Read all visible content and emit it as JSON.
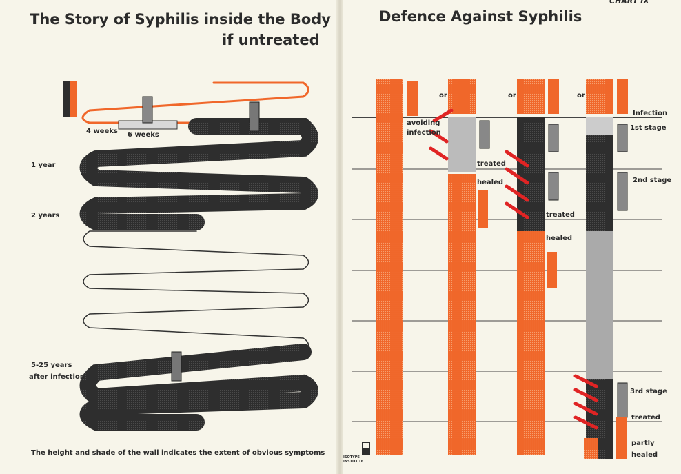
{
  "left_page": {
    "title_line1": "The Story of Syphilis inside the Body",
    "title_line2": "if untreated",
    "labels": {
      "four_weeks": "4 weeks",
      "six_weeks": "6 weeks",
      "one_year": "1 year",
      "two_years": "2 years",
      "late_line1": "5-25 years",
      "late_line2": "after infection"
    },
    "footnote": "The height and shade of the wall indicates the extent of  obvious symptoms"
  },
  "right_page": {
    "chart_number": "CHART IX",
    "title": "Defence Against Syphilis",
    "or_labels": [
      "or",
      "or",
      "or"
    ],
    "labels": {
      "infection": "Infection",
      "avoiding_line1": "avoiding",
      "avoiding_line2": "infection",
      "treated_1": "treated",
      "healed_1": "healed",
      "treated_2": "treated",
      "healed_2": "healed",
      "first_stage": "1st stage",
      "second_stage": "2nd stage",
      "third_stage": "3rd stage",
      "treated_3": "treated",
      "partly": "partly",
      "healed_3": "healed"
    },
    "logo_text": "ISOTYPE INSTITUTE"
  },
  "colors": {
    "orange": "#f0672a",
    "dark": "#2e2e2e",
    "gray": "#a8a8a8",
    "red": "#e02424",
    "paper": "#f7f5ea"
  }
}
